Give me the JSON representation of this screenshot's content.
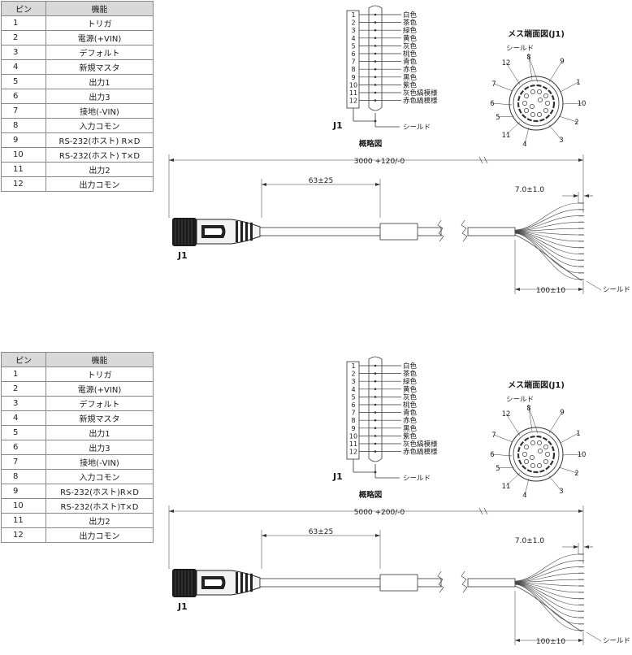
{
  "panels": [
    {
      "table": {
        "headers": [
          "ピン",
          "機能"
        ],
        "rows": [
          [
            "1",
            "トリガ"
          ],
          [
            "2",
            "電源(+VIN)"
          ],
          [
            "3",
            "デフォルト"
          ],
          [
            "4",
            "新規マスタ"
          ],
          [
            "5",
            "出力1"
          ],
          [
            "6",
            "出力3"
          ],
          [
            "7",
            "接地(-VIN)"
          ],
          [
            "8",
            "入力コモン"
          ],
          [
            "9",
            "RS-232(ホスト) R×D"
          ],
          [
            "10",
            "RS-232(ホスト) T×D"
          ],
          [
            "11",
            "出力2"
          ],
          [
            "12",
            "出力コモン"
          ]
        ]
      },
      "schematic": {
        "pins": [
          "1",
          "2",
          "3",
          "4",
          "5",
          "6",
          "7",
          "8",
          "9",
          "10",
          "11",
          "12"
        ],
        "wires": [
          "白色",
          "茶色",
          "緑色",
          "黄色",
          "灰色",
          "桃色",
          "青色",
          "赤色",
          "黒色",
          "紫色",
          "灰色縞模様",
          "赤色縞模様"
        ],
        "connector_label": "J1",
        "shield_label": "シールド",
        "caption": "概略図"
      },
      "face": {
        "title": "メス端面図(J1)",
        "shield_label": "シールド",
        "pins": [
          "1",
          "2",
          "3",
          "4",
          "5",
          "6",
          "7",
          "8",
          "9",
          "10",
          "11",
          "12"
        ]
      },
      "cable": {
        "total_length": "3000 +120/-0",
        "marker_distance": "63±25",
        "strip_length": "7.0±1.0",
        "fanout_length": "100±10",
        "shield_label": "シールド",
        "connector_label": "J1"
      }
    },
    {
      "table": {
        "headers": [
          "ピン",
          "機能"
        ],
        "rows": [
          [
            "1",
            "トリガ"
          ],
          [
            "2",
            "電源(+VIN)"
          ],
          [
            "3",
            "デフォルト"
          ],
          [
            "4",
            "新規マスタ"
          ],
          [
            "5",
            "出力1"
          ],
          [
            "6",
            "出力3"
          ],
          [
            "7",
            "接地(-VIN)"
          ],
          [
            "8",
            "入力コモン"
          ],
          [
            "9",
            "RS-232(ホスト)R×D"
          ],
          [
            "10",
            "RS-232(ホスト)T×D"
          ],
          [
            "11",
            "出力2"
          ],
          [
            "12",
            "出力コモン"
          ]
        ]
      },
      "schematic": {
        "pins": [
          "1",
          "2",
          "3",
          "4",
          "5",
          "6",
          "7",
          "8",
          "9",
          "10",
          "11",
          "12"
        ],
        "wires": [
          "白色",
          "茶色",
          "緑色",
          "黄色",
          "灰色",
          "桃色",
          "青色",
          "赤色",
          "黒色",
          "紫色",
          "灰色縞模様",
          "赤色縞模様"
        ],
        "connector_label": "J1",
        "shield_label": "シールド",
        "caption": "概略図"
      },
      "face": {
        "title": "メス端面図(J1)",
        "shield_label": "シールド",
        "pins": [
          "1",
          "2",
          "3",
          "4",
          "5",
          "6",
          "7",
          "8",
          "9",
          "10",
          "11",
          "12"
        ]
      },
      "cable": {
        "total_length": "5000 +200/-0",
        "marker_distance": "63±25",
        "strip_length": "7.0±1.0",
        "fanout_length": "100±10",
        "shield_label": "シールド",
        "connector_label": "J1"
      }
    }
  ]
}
